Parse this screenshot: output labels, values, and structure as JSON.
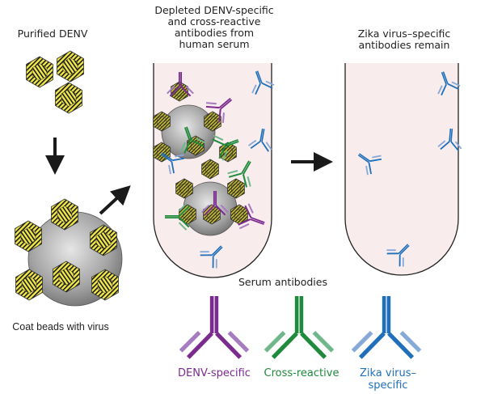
{
  "title": "Depletion of DENV-specific and cross-reactive antibodies from human serum",
  "colors": {
    "denv": "#7b2a8e",
    "denv_light": "#a57cbf",
    "cross": "#1e8a3c",
    "cross_light": "#6fb78a",
    "zika": "#1f6fba",
    "zika_light": "#86a9d8",
    "tube_fill": "#f9ecec",
    "virus_fill": "#f0e84a",
    "virus_dark_fill": "#c8bd3a",
    "bead": "#9b9b9b",
    "arrow": "#1a1a1a"
  },
  "steps": {
    "purified": {
      "label": "Purified DENV"
    },
    "coat": {
      "label": "Coat beads with virus"
    },
    "deplete": {
      "label": "Depleted DENV-specific and cross-reactive antibodies from human serum",
      "lines": [
        "Depleted DENV-specific",
        "and cross-reactive",
        "antibodies from",
        "human serum"
      ]
    },
    "remain": {
      "label": "Zika virus–specific antibodies remain",
      "lines": [
        "Zika virus–specific",
        "antibodies remain"
      ]
    }
  },
  "legend": {
    "title": "Serum antibodies",
    "items": [
      {
        "name": "DENV-specific",
        "lines": [
          "DENV-specific"
        ],
        "color": "#7b2a8e",
        "light": "#a57cbf"
      },
      {
        "name": "Cross-reactive",
        "lines": [
          "Cross-reactive"
        ],
        "color": "#1e8a3c",
        "light": "#6fb78a"
      },
      {
        "name": "Zika virus–specific",
        "lines": [
          "Zika virus–",
          "specific"
        ],
        "color": "#1f6fba",
        "light": "#86a9d8"
      }
    ]
  }
}
